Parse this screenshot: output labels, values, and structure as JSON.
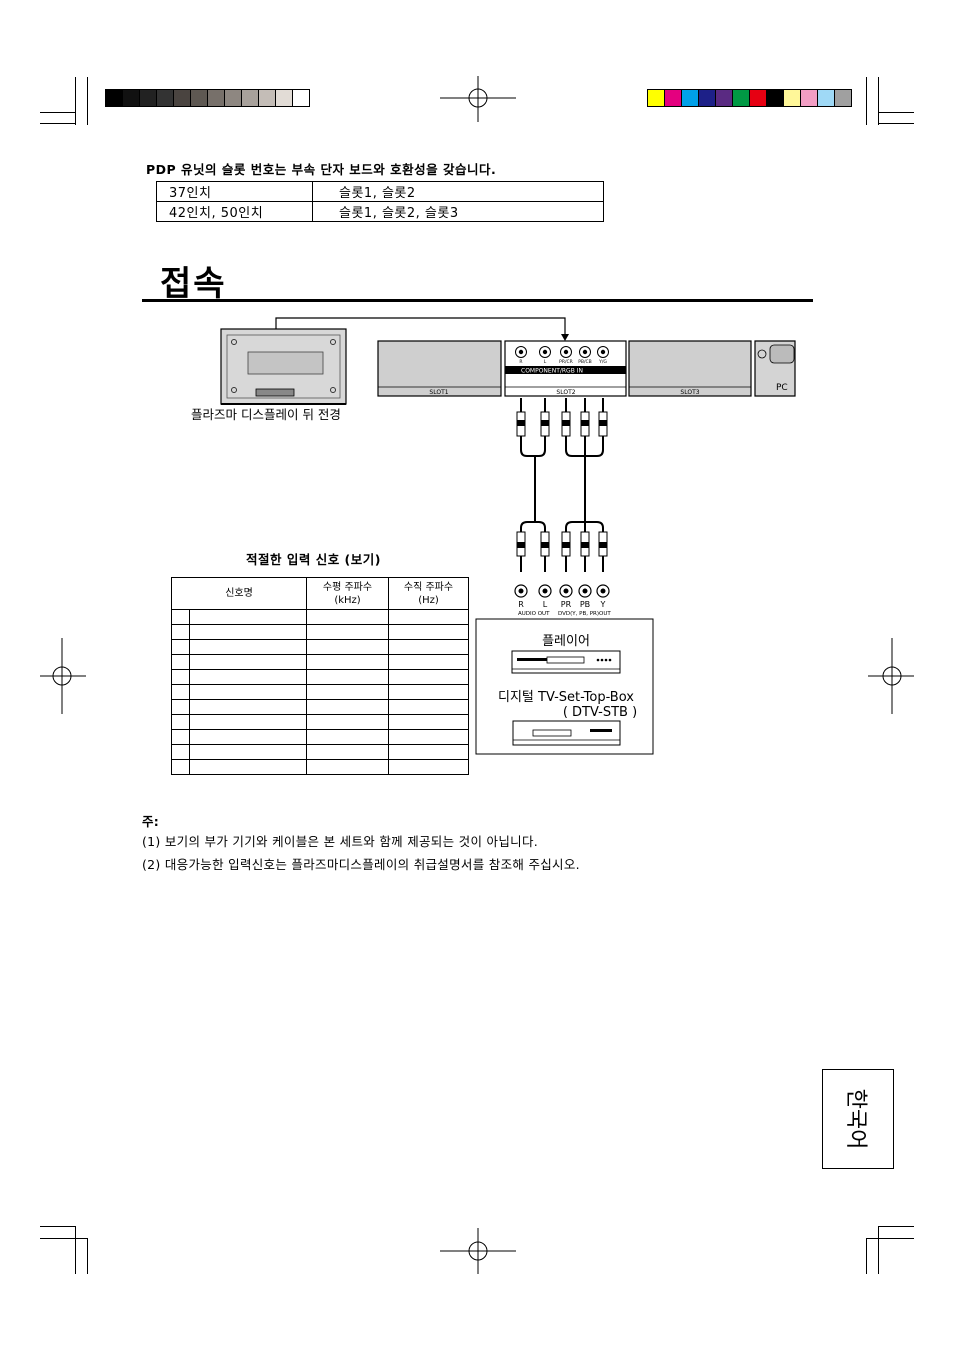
{
  "compat_heading": "PDP 유닛의 슬롯 번호는 부속 단자 보드와 호환성을 갖습니다.",
  "compat_table": [
    {
      "size": "37인치",
      "slots": "슬롯1, 슬롯2"
    },
    {
      "size": "42인치, 50인치",
      "slots": "슬롯1, 슬롯2, 슬롯3"
    }
  ],
  "section_title": "접속",
  "diagram": {
    "rear_view_caption": "플라즈마 디스플레이 뒤 전경",
    "slot_labels": [
      "SLOT1",
      "SLOT2",
      "SLOT3"
    ],
    "pc_label": "PC",
    "board_label": "COMPONENT/RGB IN",
    "jack_top_labels": [
      "R",
      "L",
      "PR/CR",
      "PB/CB",
      "Y/G"
    ],
    "jack_bottom_labels": [
      "R",
      "L",
      "PR",
      "PB",
      "Y"
    ],
    "audio_out_label": "AUDIO   OUT",
    "video_out_label": "DVD(Y, PB, PR)OUT",
    "player_label": "플레이어",
    "stb_label_line1": "디지털 TV-Set-Top-Box",
    "stb_label_line2": "( DTV-STB )"
  },
  "signal_table": {
    "title": "적절한 입력 신호 (보기)",
    "headers": {
      "name": "신호명",
      "h_freq": "수평 주파수\n(kHz)",
      "v_freq": "수직 주파수\n(Hz)"
    },
    "rows": [
      [
        "",
        "",
        "",
        ""
      ],
      [
        "",
        "",
        "",
        ""
      ],
      [
        "",
        "",
        "",
        ""
      ],
      [
        "",
        "",
        "",
        ""
      ],
      [
        "",
        "",
        "",
        ""
      ],
      [
        "",
        "",
        "",
        ""
      ],
      [
        "",
        "",
        "",
        ""
      ],
      [
        "",
        "",
        "",
        ""
      ],
      [
        "",
        "",
        "",
        ""
      ],
      [
        "",
        "",
        "",
        ""
      ],
      [
        "",
        "",
        "",
        ""
      ]
    ]
  },
  "notes": {
    "label": "주:",
    "items": [
      "(1) 보기의 부가 기기와 케이블은 본 세트와 함께 제공되는 것이 아닙니다.",
      "(2) 대응가능한 입력신호는 플라즈마디스플레이의 취급설명서를 참조해 주십시오."
    ]
  },
  "language_tab": "한국어",
  "colors": {
    "gray_bar": [
      "#000000",
      "#111111",
      "#222222",
      "#333333",
      "#4a4440",
      "#5e5852",
      "#77706a",
      "#8e8781",
      "#a8a19b",
      "#c4bdb7",
      "#e2dcd6",
      "#ffffff"
    ],
    "color_bar": [
      "#ffff00",
      "#e4007f",
      "#00a0e9",
      "#1d2088",
      "#5a2a82",
      "#009944",
      "#e60012",
      "#000000",
      "#fff799",
      "#f29ec4",
      "#9fd9f6",
      "#a0a0a0"
    ]
  }
}
